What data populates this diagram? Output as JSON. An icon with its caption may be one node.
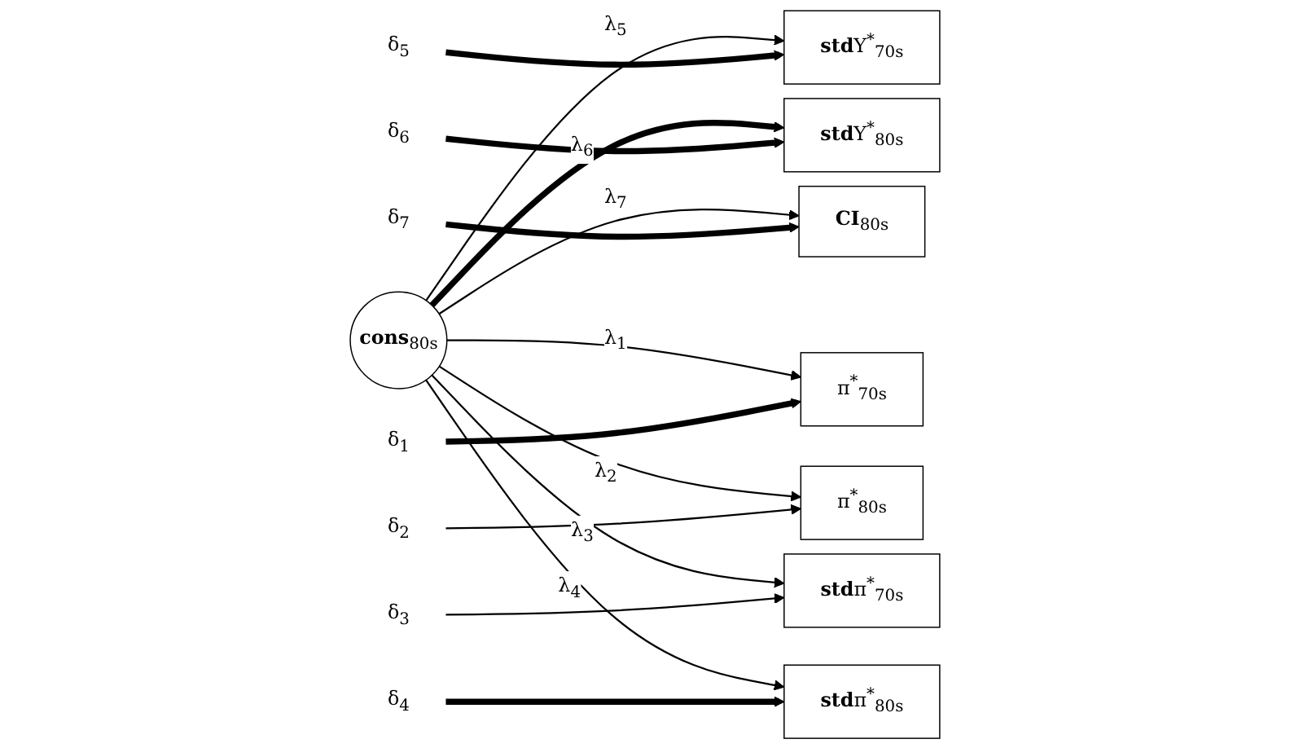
{
  "diagram": {
    "nodes": [
      {
        "text": [
          "δ$_{5}$"
        ]
      },
      {
        "text": [
          "**std**Y$^{*}$$_{70s}$"
        ]
      },
      {
        "text": [
          "δ$_{6}$"
        ]
      },
      {
        "text": [
          "**std**Y$^{*}$$_{80s}$"
        ]
      },
      {
        "text": [
          "δ$_{7}$"
        ]
      },
      {
        "text": [
          "**CI**$_{80s}$"
        ]
      },
      {
        "text": [
          "**cons**$_{80s}$"
        ]
      },
      {
        "text": [
          "π$^{*}$$_{70s}$"
        ]
      },
      {
        "text": [
          "δ$_{1}$"
        ]
      },
      {
        "text": [
          "π$^{*}$$_{80s}$"
        ]
      },
      {
        "text": [
          "δ$_{2}$"
        ]
      },
      {
        "text": [
          "**std**π$^{*}$$_{70s}$"
        ]
      },
      {
        "text": [
          "δ$_{3}$"
        ]
      },
      {
        "text": [
          "**std**π$^{*}$$_{80s}$"
        ]
      },
      {
        "text": [
          "δ$_{4}$"
        ]
      }
    ],
    "edges": [
      {
        "from": 6,
        "to": 7,
        "arrow": "to",
        "label": "λ$_{1}$"
      },
      {
        "from": 6,
        "to": 9,
        "arrow": "to",
        "label": "λ$_{2}$"
      },
      {
        "from": 6,
        "to": 11,
        "arrow": "to",
        "label": "λ$_{3}$"
      },
      {
        "from": 6,
        "to": 13,
        "arrow": "to",
        "label": "λ$_{4}$"
      },
      {
        "from": 6,
        "to": 1,
        "arrow": "to",
        "label": "λ$_{5}$"
      },
      {
        "from": 6,
        "to": 3,
        "arrow": "to",
        "label": "λ$_{6}$",
        "style": "thick"
      },
      {
        "from": 6,
        "to": 5,
        "arrow": "to",
        "label": "λ$_{7}$"
      },
      {
        "from": 8,
        "to": 7,
        "arrow": "to",
        "style": "thick"
      },
      {
        "from": 10,
        "to": 9,
        "arrow": "to"
      },
      {
        "from": 12,
        "to": 11,
        "arrow": "to"
      },
      {
        "from": 14,
        "to": 13,
        "arrow": "to",
        "style": "thick"
      },
      {
        "from": 0,
        "to": 1,
        "arrow": "to",
        "style": "thick"
      },
      {
        "from": 2,
        "to": 3,
        "arrow": "to",
        "style": "thick"
      },
      {
        "from": 4,
        "to": 5,
        "arrow": "to",
        "style": "thick"
      }
    ]
  }
}
